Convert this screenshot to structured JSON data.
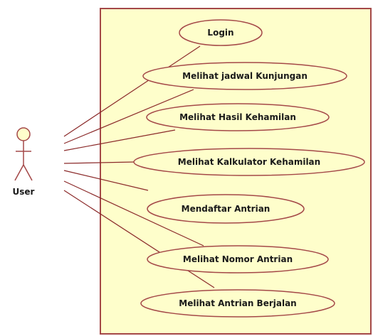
{
  "diagram": {
    "type": "use-case",
    "colors": {
      "boundary_fill": "#fefecb",
      "boundary_stroke": "#a44848",
      "association": "#8b2a2a",
      "text": "#1a1a1a"
    },
    "actor": {
      "label": "User"
    },
    "use_cases": [
      {
        "id": "login",
        "label": "Login"
      },
      {
        "id": "jadwal",
        "label": "Melihat jadwal Kunjungan"
      },
      {
        "id": "hasil",
        "label": "Melihat Hasil Kehamilan"
      },
      {
        "id": "kalkulator",
        "label": "Melihat Kalkulator Kehamilan"
      },
      {
        "id": "mendaftar",
        "label": "Mendaftar Antrian"
      },
      {
        "id": "nomor",
        "label": "Melihat Nomor Antrian"
      },
      {
        "id": "berjalan",
        "label": "Melihat Antrian Berjalan"
      }
    ]
  }
}
